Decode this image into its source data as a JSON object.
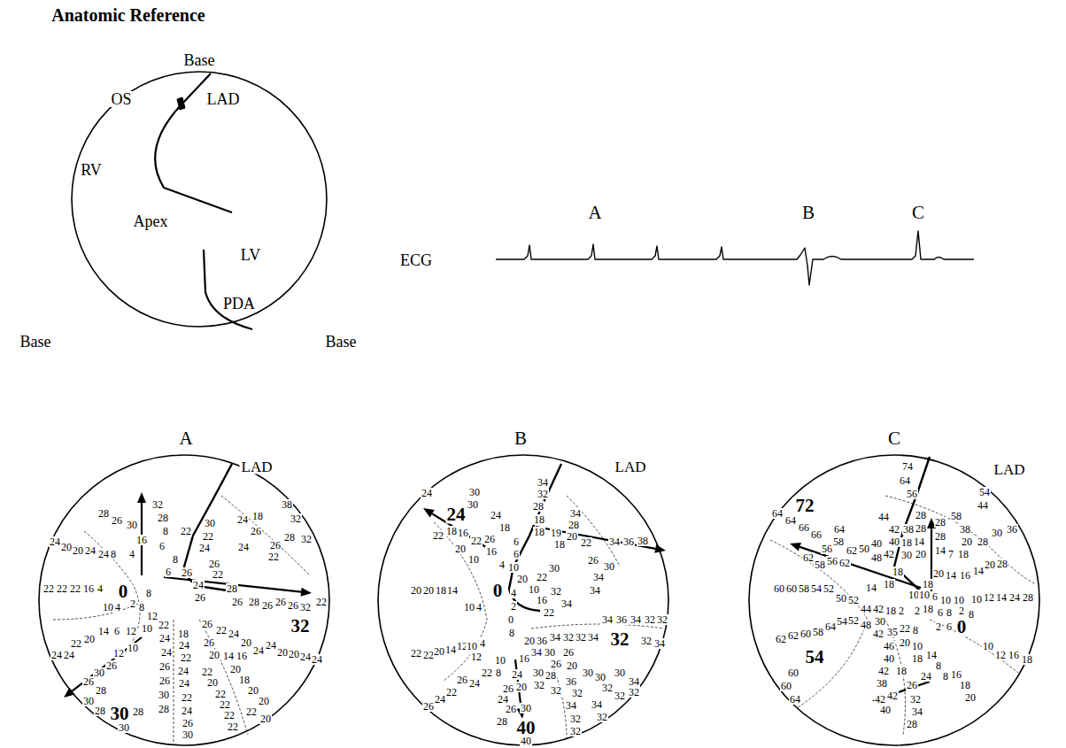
{
  "diagram": {
    "title": "Anatomic Reference",
    "nodes": [
      {
        "text": [
          "Base",
          "OS",
          "LAD",
          "RV",
          "Apex",
          "LV",
          "PDA"
        ]
      },
      {
        "text": [
          "A",
          "LAD",
          "28",
          "26",
          "30",
          "32",
          "28",
          "8",
          "16",
          "4",
          "6",
          "8",
          "6",
          "22",
          "30",
          "22",
          "24",
          "26",
          "26",
          "22",
          "24",
          "26",
          "24",
          "18",
          "26",
          "24",
          "26",
          "22",
          "28",
          "32",
          "32",
          "38",
          "24",
          "20",
          "20",
          "24",
          "24",
          "8",
          "22",
          "22",
          "22",
          "16",
          "4",
          "10",
          "4",
          "0",
          "2",
          "8",
          "8",
          "12",
          "10",
          "12",
          "6",
          "14",
          "20",
          "22",
          "24",
          "24",
          "10",
          "12",
          "26",
          "30",
          "26",
          "28",
          "30",
          "28",
          "30",
          "28",
          "30",
          "22",
          "24",
          "24",
          "26",
          "26",
          "30",
          "28",
          "18",
          "24",
          "22",
          "24",
          "24",
          "22",
          "24",
          "26",
          "30",
          "26",
          "22",
          "24",
          "20",
          "26",
          "20",
          "14",
          "16",
          "24",
          "24",
          "20",
          "20",
          "24",
          "24",
          "22",
          "20",
          "22",
          "22",
          "22",
          "22",
          "20",
          "18",
          "20",
          "20",
          "22",
          "20",
          "28",
          "26",
          "28",
          "26",
          "26",
          "26",
          "32",
          "22",
          "32"
        ]
      },
      {
        "text": [
          "B",
          "LAD",
          "24",
          "24",
          "30",
          "30",
          "24",
          "18",
          "6",
          "6",
          "10",
          "4",
          "16",
          "26",
          "22",
          "16",
          "18",
          "22",
          "20",
          "10",
          "34",
          "32",
          "28",
          "18",
          "18",
          "34",
          "28",
          "20",
          "19",
          "18",
          "22",
          "26",
          "34",
          "36",
          "38",
          "20",
          "22",
          "30",
          "10",
          "16",
          "32",
          "22",
          "34",
          "34",
          "30",
          "34",
          "20",
          "20",
          "18",
          "14",
          "10",
          "4",
          "0",
          "4",
          "2",
          "0",
          "20",
          "36",
          "34",
          "32",
          "32",
          "34",
          "34",
          "36",
          "34",
          "32",
          "32",
          "32",
          "32",
          "34",
          "22",
          "22",
          "20",
          "14",
          "12",
          "10",
          "4",
          "12",
          "8",
          "10",
          "8",
          "22",
          "24",
          "26",
          "22",
          "24",
          "26",
          "16",
          "34",
          "30",
          "26",
          "26",
          "20",
          "30",
          "32",
          "28",
          "32",
          "36",
          "32",
          "30",
          "30",
          "32",
          "30",
          "34",
          "32",
          "24",
          "20",
          "26",
          "24",
          "26",
          "30",
          "28",
          "40",
          "40",
          "34",
          "32",
          "32",
          "34",
          "32",
          "32"
        ]
      },
      {
        "text": [
          "C",
          "LAD",
          "74",
          "64",
          "56",
          "72",
          "64",
          "64",
          "66",
          "66",
          "64",
          "58",
          "56",
          "62",
          "54",
          "44",
          "58",
          "28",
          "28",
          "14",
          "7",
          "18",
          "20",
          "38",
          "28",
          "30",
          "36",
          "20",
          "14",
          "16",
          "14",
          "20",
          "28",
          "18",
          "10",
          "10",
          "10",
          "12",
          "14",
          "24",
          "28",
          "28",
          "28",
          "14",
          "44",
          "38",
          "42",
          "40",
          "18",
          "20",
          "30",
          "42",
          "48",
          "40",
          "50",
          "62",
          "62",
          "56",
          "58",
          "60",
          "60",
          "58",
          "54",
          "52",
          "50",
          "52",
          "14",
          "18",
          "18",
          "10",
          "10",
          "6",
          "6",
          "8",
          "2",
          "8",
          "2",
          "18",
          "2",
          "6",
          "0",
          "10",
          "12",
          "16",
          "18",
          "62",
          "62",
          "60",
          "58",
          "64",
          "54",
          "52",
          "44",
          "42",
          "30",
          "18",
          "2",
          "48",
          "42",
          "35",
          "22",
          "8",
          "20",
          "46",
          "10",
          "18",
          "14",
          "8",
          "8",
          "16",
          "18",
          "20",
          "54",
          "60",
          "60",
          "64",
          "40",
          "42",
          "38",
          "42",
          "42",
          "40",
          "26",
          "32",
          "34",
          "28",
          "24",
          "18"
        ]
      }
    ],
    "labels": [
      "Base",
      "Base",
      "ECG",
      "A",
      "B",
      "C"
    ]
  }
}
